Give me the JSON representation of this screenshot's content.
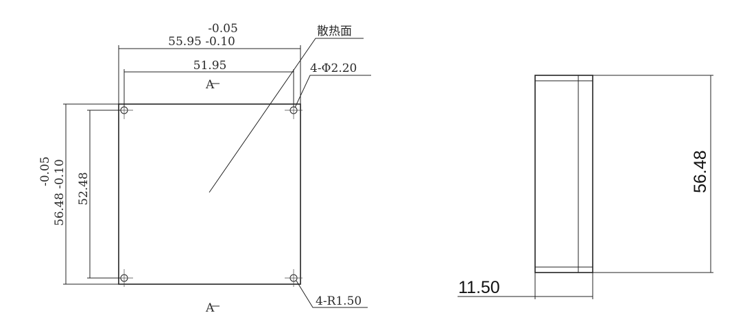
{
  "front_view": {
    "width_tol_upper": "-0.05",
    "width_label": "55.95 -0.10",
    "hole_spacing_x": "51.95",
    "section_mark_top": "A",
    "section_mark_bottom": "A",
    "heat_surface_label": "散热面",
    "hole_callout": "4-Φ2.20",
    "corner_callout": "4-R1.50",
    "height_label": "56.48 -0.10",
    "height_tol_upper": "-0.05",
    "hole_spacing_y": "52.48"
  },
  "side_view": {
    "height_label": "56.48",
    "thickness_label": "11.50"
  }
}
